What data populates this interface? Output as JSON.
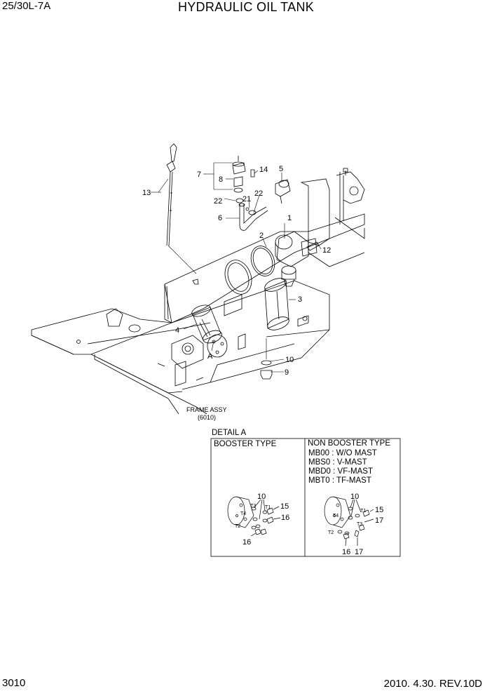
{
  "header": {
    "model": "25/30L-7A",
    "title": "HYDRAULIC OIL TANK"
  },
  "footer": {
    "page_number": "3010",
    "date_revision": "2010. 4.30.  REV.10D"
  },
  "callouts": {
    "c1": "1",
    "c2": "2",
    "c3": "3",
    "c4": "4",
    "c5": "5",
    "c6": "6",
    "c7": "7",
    "c8": "8",
    "c9": "9",
    "c10": "10",
    "c12": "12",
    "c13": "13",
    "c14": "14",
    "c21": "21",
    "c22a": "22",
    "c22b": "22",
    "cA": "A"
  },
  "frame_label": {
    "line1": "FRAME ASSY",
    "line2": "(6010)"
  },
  "detail": {
    "title": "DETAIL A",
    "booster_header": "BOOSTER TYPE",
    "nonbooster_header": "NON BOOSTER TYPE",
    "mast_types": [
      "MB00 : W/O MAST",
      "MBS0 : V-MAST",
      "MBD0 : VF-MAST",
      "MBT0 : TF-MAST"
    ],
    "booster_callouts": {
      "c10": "10",
      "c15": "15",
      "c16a": "16",
      "c16b": "16"
    },
    "booster_ports": {
      "t1": "T1",
      "t2": "T2",
      "t3": "T3",
      "t4": "T4"
    },
    "nonbooster_callouts": {
      "c10": "10",
      "c15": "15",
      "c17a": "17",
      "c16": "16",
      "c17b": "17"
    },
    "nonbooster_ports": {
      "t1": "T1",
      "t2": "T2",
      "t3": "T3",
      "t4": "T4"
    }
  }
}
